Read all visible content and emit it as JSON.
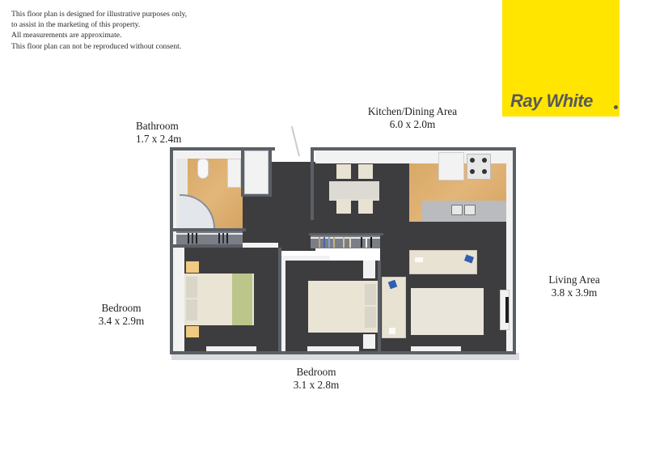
{
  "disclaimer": {
    "lines": [
      "This floor plan is designed for illustrative purposes only,",
      "to assist in the marketing of this property.",
      "All measurements are approximate.",
      "This floor plan can not be reproduced without consent."
    ]
  },
  "brand": {
    "name": "Ray White",
    "background_color": "#ffe500",
    "text_color": "#58595b"
  },
  "rooms": [
    {
      "id": "bathroom",
      "name": "Bathroom",
      "dimensions": "1.7 x 2.4m"
    },
    {
      "id": "kitchen-dining",
      "name": "Kitchen/Dining Area",
      "dimensions": "6.0 x 2.0m"
    },
    {
      "id": "living",
      "name": "Living Area",
      "dimensions": "3.8 x 3.9m"
    },
    {
      "id": "bedroom-1",
      "name": "Bedroom",
      "dimensions": "3.4 x 2.9m"
    },
    {
      "id": "bedroom-2",
      "name": "Bedroom",
      "dimensions": "3.1 x 2.8m"
    }
  ],
  "colors": {
    "wall": "#5b5f66",
    "carpet": "#3d3d3f",
    "timber_floor": "#dcb070",
    "accent_cushion": "#2f5fb0",
    "bed_throw": "#bcc68a"
  }
}
